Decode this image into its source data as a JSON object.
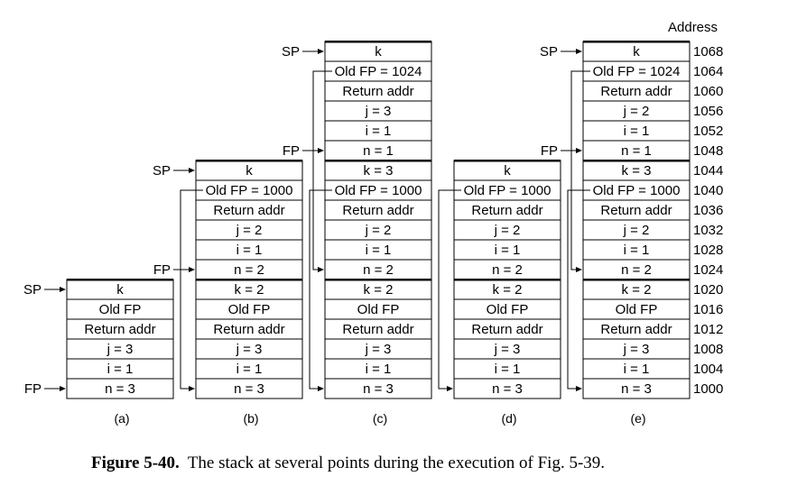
{
  "address": {
    "header": "Address",
    "values": [
      1068,
      1064,
      1060,
      1056,
      1052,
      1048,
      1044,
      1040,
      1036,
      1032,
      1028,
      1024,
      1020,
      1016,
      1012,
      1008,
      1004,
      1000
    ]
  },
  "stacks": [
    {
      "label": "(a)",
      "frames": [
        [
          "k",
          "Old FP",
          "Return addr",
          "j = 3",
          "i = 1",
          "n = 3"
        ]
      ],
      "pointers": [
        {
          "label": "SP",
          "cell": 0
        },
        {
          "label": "FP",
          "cell": 5
        }
      ],
      "links": []
    },
    {
      "label": "(b)",
      "frames": [
        [
          "k",
          "Old FP = 1000",
          "Return addr",
          "j = 2",
          "i = 1",
          "n = 2"
        ],
        [
          "k = 2",
          "Old FP",
          "Return addr",
          "j = 3",
          "i = 1",
          "n = 3"
        ]
      ],
      "pointers": [
        {
          "label": "SP",
          "cell": 0
        },
        {
          "label": "FP",
          "cell": 5
        }
      ],
      "links": [
        {
          "from": 1,
          "to": 11
        }
      ]
    },
    {
      "label": "(c)",
      "frames": [
        [
          "k",
          "Old FP = 1024",
          "Return addr",
          "j = 3",
          "i = 1",
          "n = 1"
        ],
        [
          "k = 3",
          "Old FP = 1000",
          "Return addr",
          "j = 2",
          "i = 1",
          "n = 2"
        ],
        [
          "k = 2",
          "Old FP",
          "Return addr",
          "j = 3",
          "i = 1",
          "n = 3"
        ]
      ],
      "pointers": [
        {
          "label": "SP",
          "cell": 0
        },
        {
          "label": "FP",
          "cell": 5
        }
      ],
      "links": [
        {
          "from": 1,
          "to": 11
        },
        {
          "from": 7,
          "to": 17
        }
      ]
    },
    {
      "label": "(d)",
      "frames": [
        [
          "k",
          "Old FP = 1000",
          "Return addr",
          "j = 2",
          "i = 1",
          "n = 2"
        ],
        [
          "k = 2",
          "Old FP",
          "Return addr",
          "j = 3",
          "i = 1",
          "n = 3"
        ]
      ],
      "pointers": [],
      "links": [
        {
          "from": 1,
          "to": 11
        }
      ]
    },
    {
      "label": "(e)",
      "frames": [
        [
          "k",
          "Old FP = 1024",
          "Return addr",
          "j = 2",
          "i = 1",
          "n = 1"
        ],
        [
          "k = 3",
          "Old FP = 1000",
          "Return addr",
          "j = 2",
          "i = 1",
          "n = 2"
        ],
        [
          "k = 2",
          "Old FP",
          "Return addr",
          "j = 3",
          "i = 1",
          "n = 3"
        ]
      ],
      "pointers": [
        {
          "label": "SP",
          "cell": 0
        },
        {
          "label": "FP",
          "cell": 5
        }
      ],
      "links": [
        {
          "from": 1,
          "to": 11
        },
        {
          "from": 7,
          "to": 17
        }
      ]
    }
  ],
  "caption": {
    "label": "Figure 5-40.",
    "text": "The stack at several points during the execution of Fig. 5-39."
  }
}
